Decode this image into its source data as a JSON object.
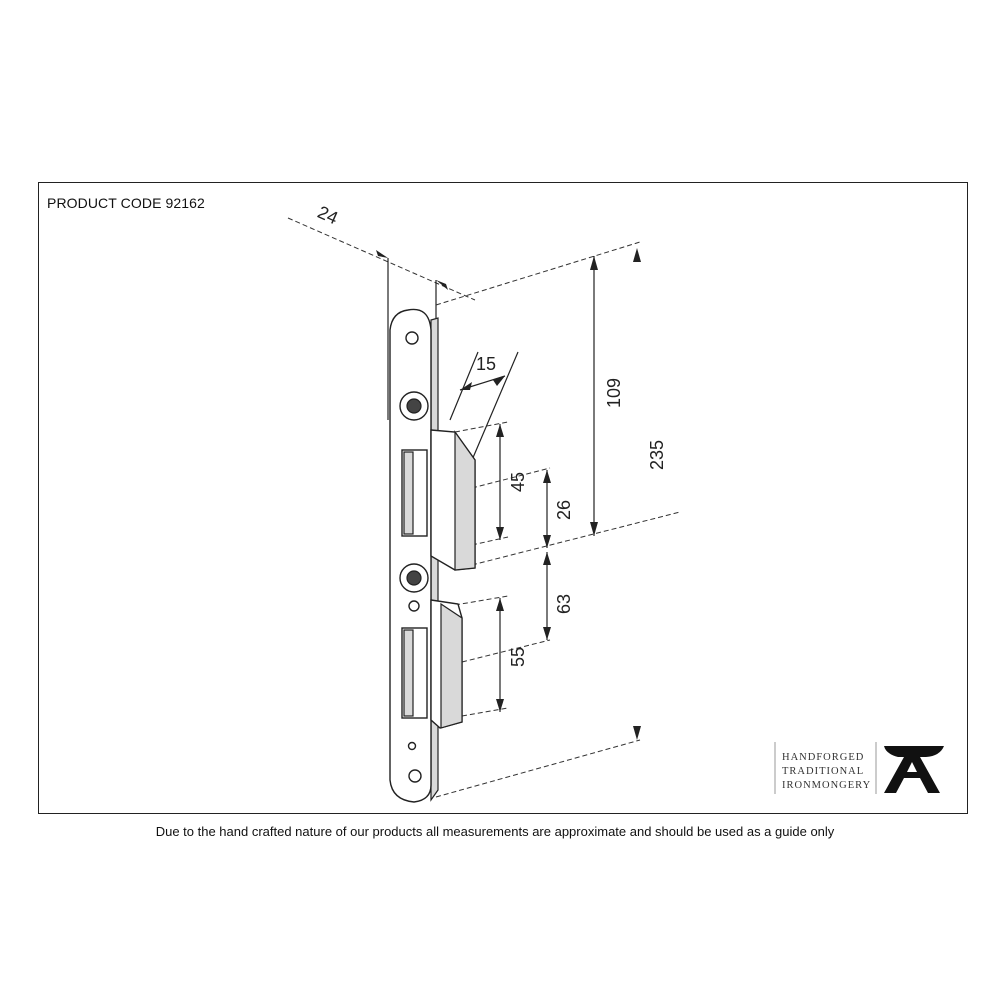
{
  "header": {
    "product_code": "PRODUCT CODE 92162"
  },
  "dimensions": {
    "width_plate": "24",
    "tongue_depth": "15",
    "upper_to_mid": "109",
    "overall_length": "235",
    "keep_upper_height": "45",
    "mid_gap": "26",
    "mid_to_lower": "63",
    "keep_lower_height": "55"
  },
  "brand": {
    "line1": "HANDFORGED",
    "line2": "TRADITIONAL",
    "line3": "IRONMONGERY",
    "logo_icon": "anvil-icon"
  },
  "footer": {
    "disclaimer": "Due to the hand crafted nature of our products all measurements are approximate and should be used as a guide only"
  }
}
